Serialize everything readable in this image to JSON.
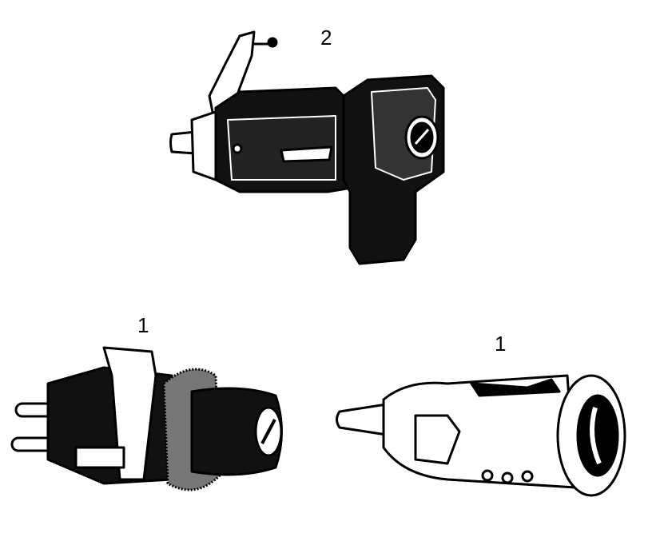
{
  "labels": {
    "ignition_lock": "2",
    "lock_cylinder_left": "1",
    "lock_cylinder_right": "1"
  },
  "colors": {
    "ink": "#000000",
    "paper": "#ffffff"
  }
}
